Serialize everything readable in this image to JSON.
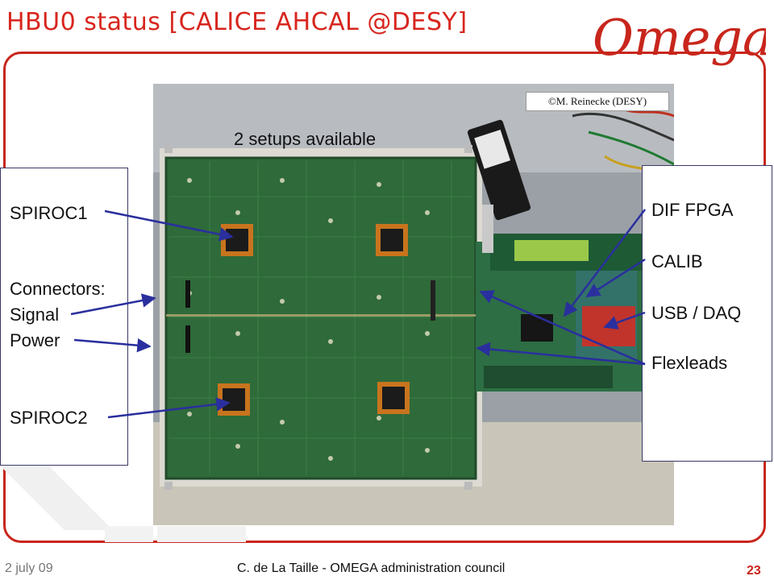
{
  "slide": {
    "title": "HBU0 status [CALICE AHCAL @DESY]",
    "logo_text": "Omega"
  },
  "photo": {
    "copyright": "©M. Reinecke   (DESY)",
    "caption": "2 setups available"
  },
  "left_labels": {
    "spiroc1": "SPIROC1",
    "connectors": "Connectors:",
    "signal": "Signal",
    "power": "Power",
    "spiroc2": "SPIROC2"
  },
  "right_labels": {
    "dif_fpga": "DIF FPGA",
    "calib": "CALIB",
    "usb_daq": "USB / DAQ",
    "flexleads": "Flexleads"
  },
  "footer": {
    "date": "2 july 09",
    "author": "C. de La Taille - OMEGA administration council",
    "page": "23"
  },
  "colors": {
    "accent": "#c8261c",
    "arrow": "#2a2f9e",
    "pcb": "#2f6a3a"
  }
}
